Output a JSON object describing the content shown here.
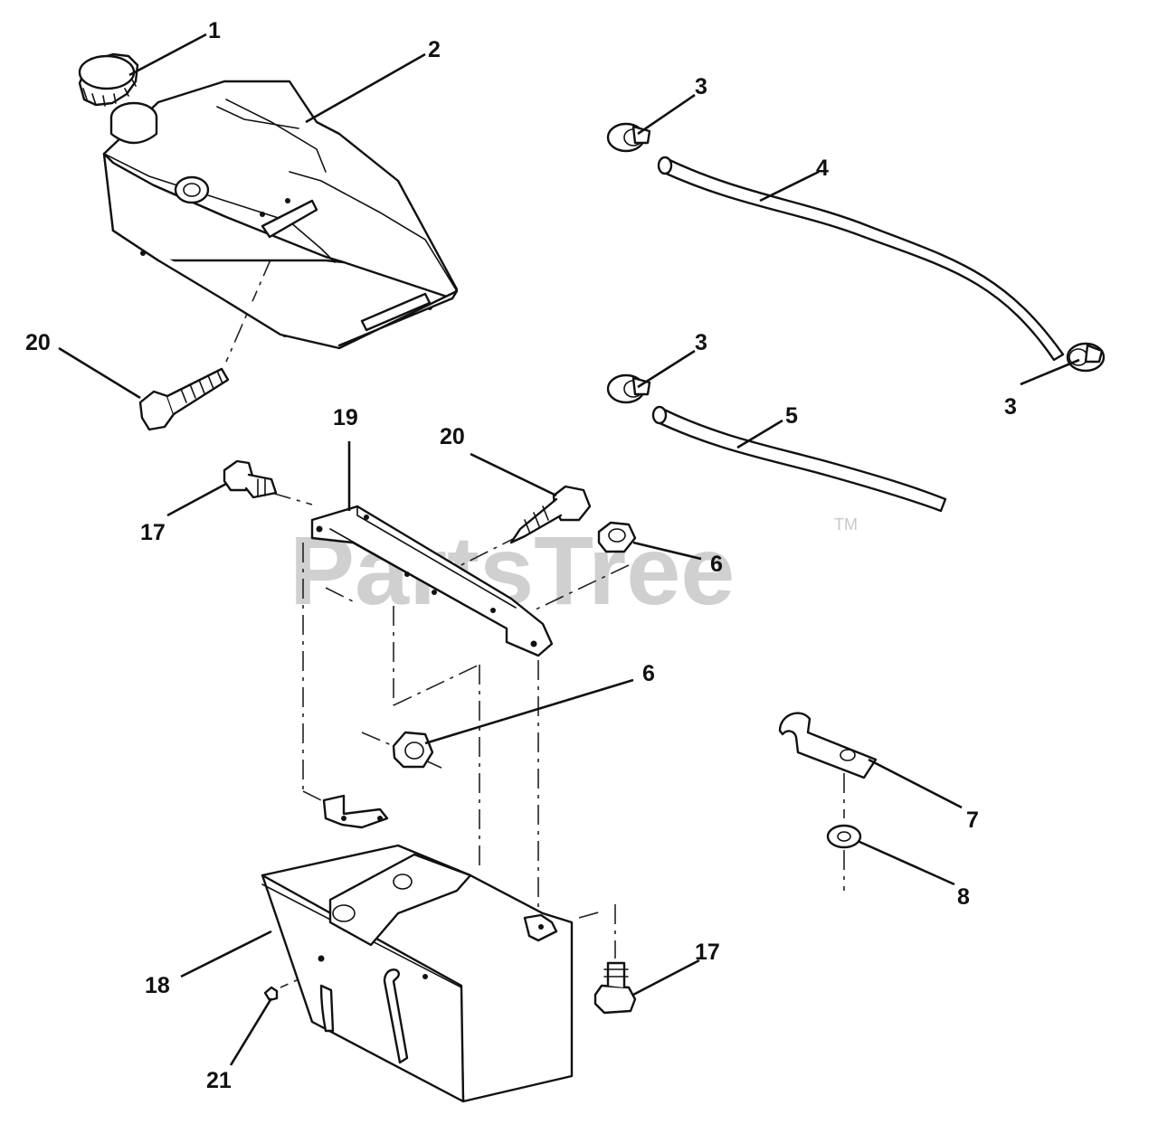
{
  "diagram": {
    "watermark": {
      "text": "PartsTree",
      "trademark": "TM"
    },
    "callouts": [
      {
        "id": "c1",
        "label": "1"
      },
      {
        "id": "c2",
        "label": "2"
      },
      {
        "id": "c3a",
        "label": "3"
      },
      {
        "id": "c3b",
        "label": "3"
      },
      {
        "id": "c3c",
        "label": "3"
      },
      {
        "id": "c4",
        "label": "4"
      },
      {
        "id": "c5",
        "label": "5"
      },
      {
        "id": "c6a",
        "label": "6"
      },
      {
        "id": "c6b",
        "label": "6"
      },
      {
        "id": "c7",
        "label": "7"
      },
      {
        "id": "c8",
        "label": "8"
      },
      {
        "id": "c17a",
        "label": "17"
      },
      {
        "id": "c17b",
        "label": "17"
      },
      {
        "id": "c18",
        "label": "18"
      },
      {
        "id": "c19",
        "label": "19"
      },
      {
        "id": "c20a",
        "label": "20"
      },
      {
        "id": "c20b",
        "label": "20"
      },
      {
        "id": "c21",
        "label": "21"
      }
    ]
  }
}
